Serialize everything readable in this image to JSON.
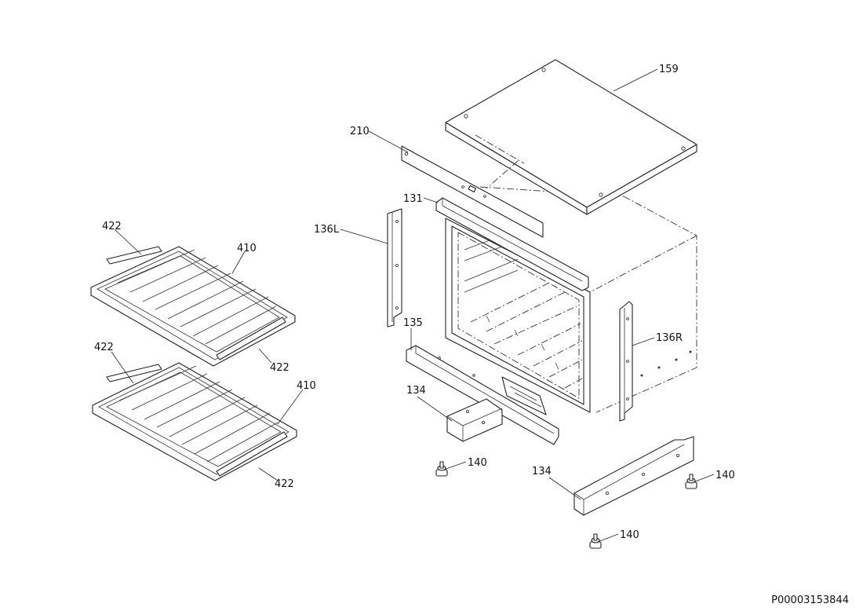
{
  "labels": {
    "top_cover": "159",
    "front_bar": "210",
    "top_rail": "131",
    "side_left": "136L",
    "side_right": "136R",
    "bottom_rail": "135",
    "base_left": "134",
    "base_right": "134",
    "foot_1": "140",
    "foot_2": "140",
    "foot_3": "140",
    "shelf_1_rail_top": "422",
    "shelf_1": "410",
    "shelf_1_rail_bottom": "422",
    "shelf_2_rail_top": "422",
    "shelf_2": "410",
    "shelf_2_rail_bottom": "422"
  },
  "document_code": "P00003153844"
}
